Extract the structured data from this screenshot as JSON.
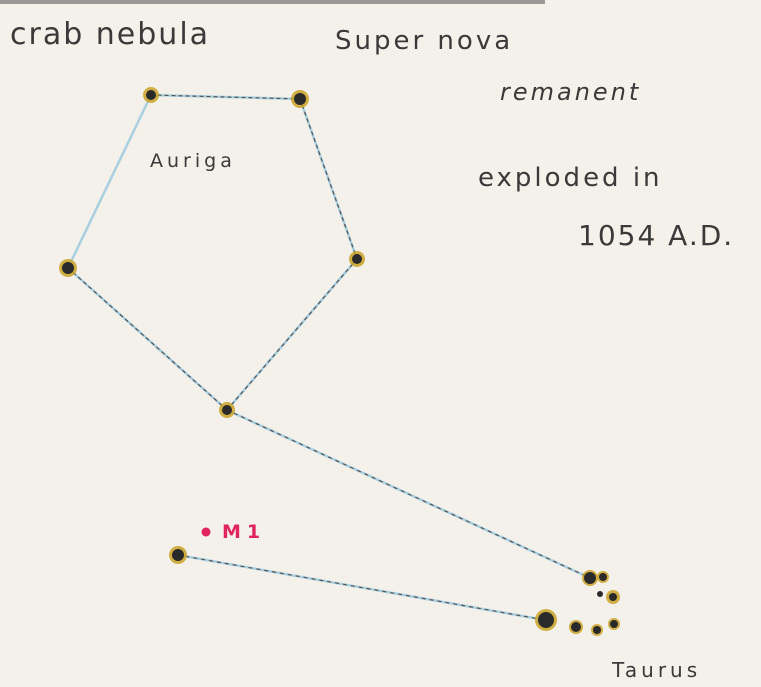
{
  "labels": {
    "crab_nebula": "crab nebula",
    "super_nova": "Super nova",
    "remanent": "remanent",
    "exploded_in": "exploded in",
    "year": "1054 A.D.",
    "auriga": "Auriga",
    "taurus": "Taurus",
    "m1": "M1"
  },
  "colors": {
    "paper": "#f4f1eb",
    "ink": "#3a3a3a",
    "line_blue": "#a9cfe0",
    "line_dash": "#555555",
    "star_dark": "#2a2a2a",
    "star_glow": "#c9a227",
    "m1_red": "#e0245e"
  }
}
